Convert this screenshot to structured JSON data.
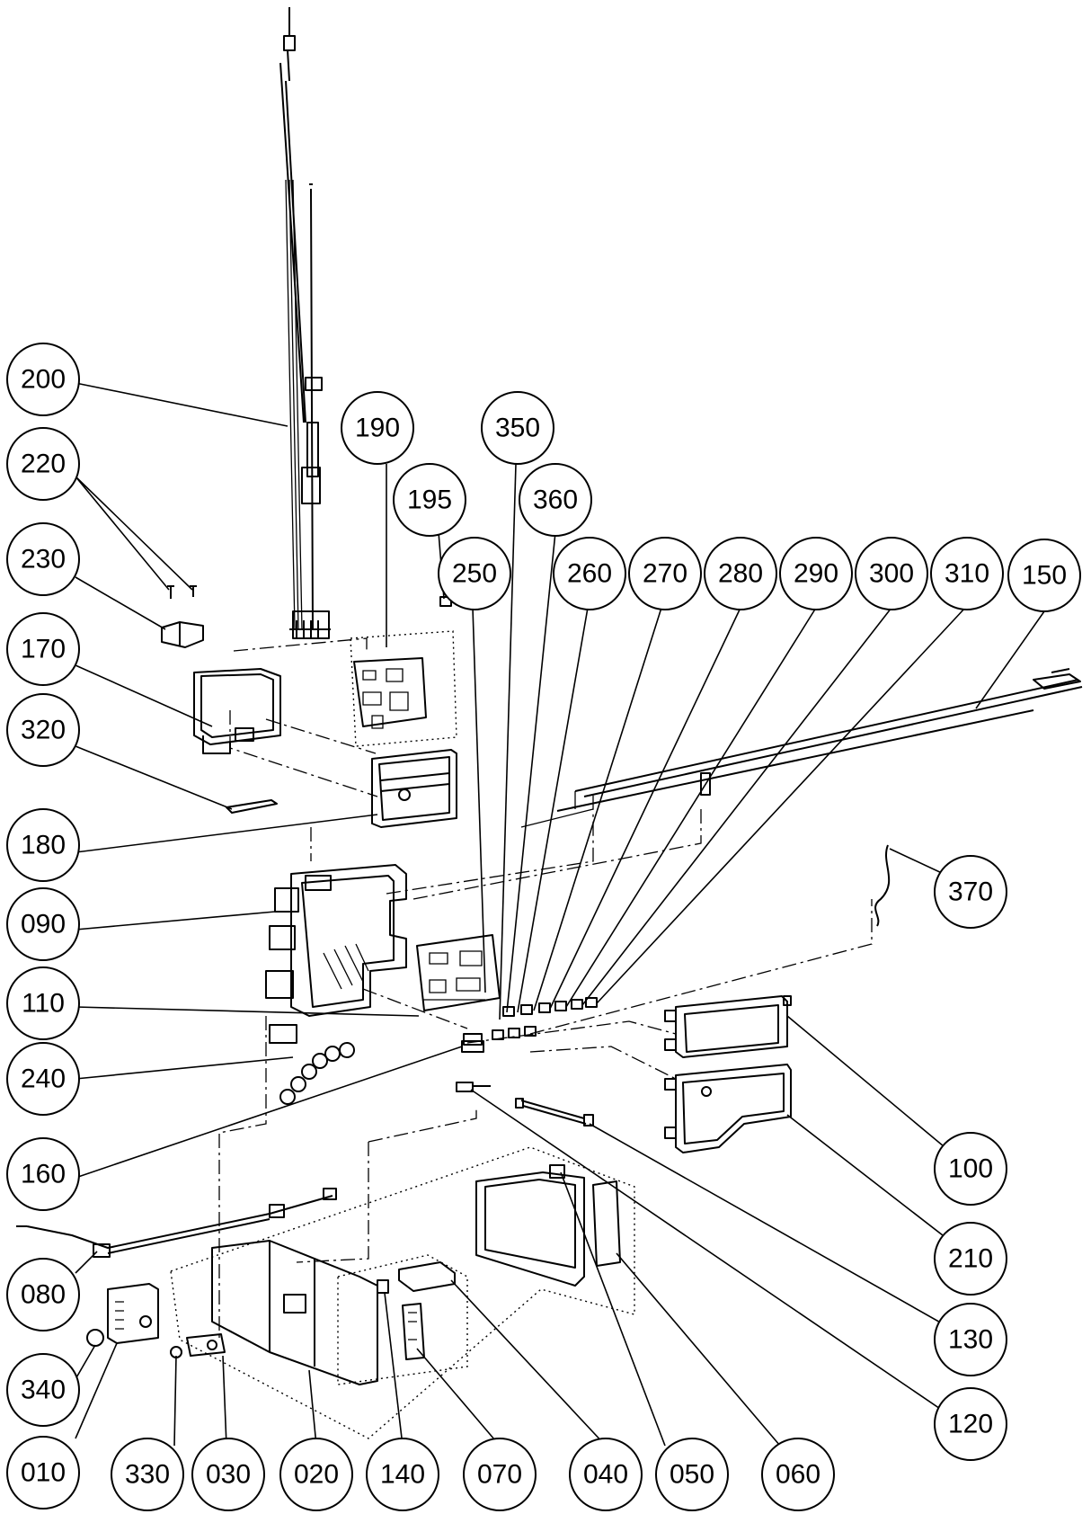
{
  "callouts": [
    {
      "id": "c010",
      "label": "010"
    },
    {
      "id": "c020",
      "label": "020"
    },
    {
      "id": "c030",
      "label": "030"
    },
    {
      "id": "c040",
      "label": "040"
    },
    {
      "id": "c050",
      "label": "050"
    },
    {
      "id": "c060",
      "label": "060"
    },
    {
      "id": "c070",
      "label": "070"
    },
    {
      "id": "c080",
      "label": "080"
    },
    {
      "id": "c090",
      "label": "090"
    },
    {
      "id": "c100",
      "label": "100"
    },
    {
      "id": "c110",
      "label": "110"
    },
    {
      "id": "c120",
      "label": "120"
    },
    {
      "id": "c130",
      "label": "130"
    },
    {
      "id": "c140",
      "label": "140"
    },
    {
      "id": "c150",
      "label": "150"
    },
    {
      "id": "c160",
      "label": "160"
    },
    {
      "id": "c170",
      "label": "170"
    },
    {
      "id": "c180",
      "label": "180"
    },
    {
      "id": "c190",
      "label": "190"
    },
    {
      "id": "c195",
      "label": "195"
    },
    {
      "id": "c200",
      "label": "200"
    },
    {
      "id": "c210",
      "label": "210"
    },
    {
      "id": "c220",
      "label": "220"
    },
    {
      "id": "c230",
      "label": "230"
    },
    {
      "id": "c240",
      "label": "240"
    },
    {
      "id": "c250",
      "label": "250"
    },
    {
      "id": "c260",
      "label": "260"
    },
    {
      "id": "c270",
      "label": "270"
    },
    {
      "id": "c280",
      "label": "280"
    },
    {
      "id": "c290",
      "label": "290"
    },
    {
      "id": "c300",
      "label": "300"
    },
    {
      "id": "c310",
      "label": "310"
    },
    {
      "id": "c320",
      "label": "320"
    },
    {
      "id": "c330",
      "label": "330"
    },
    {
      "id": "c340",
      "label": "340"
    },
    {
      "id": "c350",
      "label": "350"
    },
    {
      "id": "c360",
      "label": "360"
    },
    {
      "id": "c370",
      "label": "370"
    }
  ]
}
